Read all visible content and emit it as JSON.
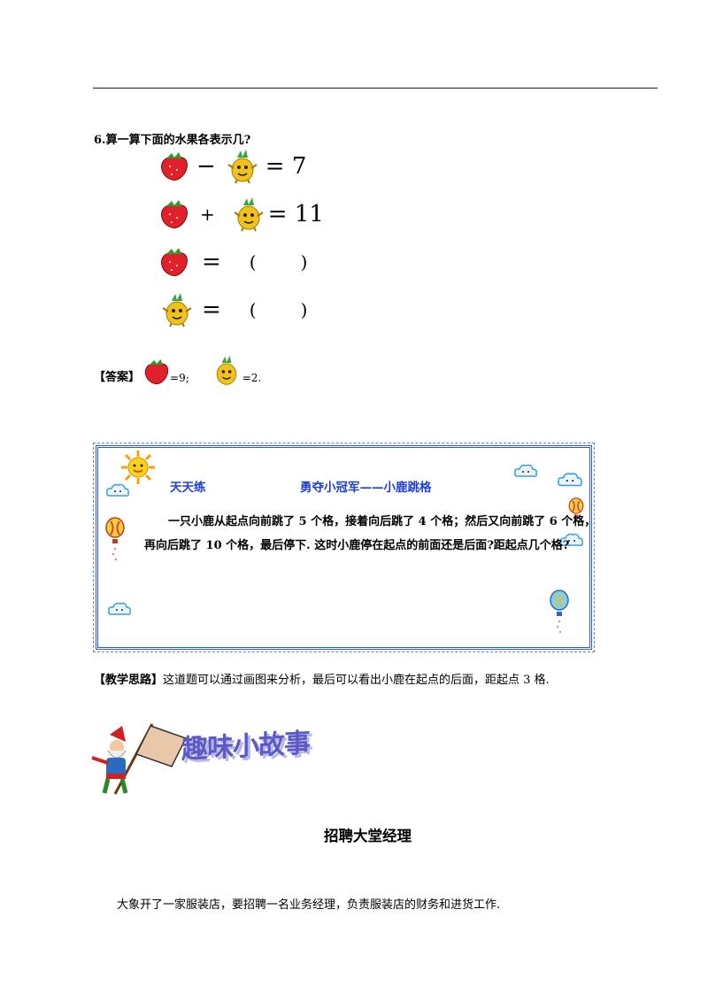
{
  "question": {
    "title": "6.算一算下面的水果各表示几?",
    "eq1": {
      "op": "−",
      "result": "= 7"
    },
    "eq2": {
      "op": "+",
      "result": "= 11"
    },
    "eq3": {
      "eq": "=",
      "open": "(",
      "close": ")"
    },
    "eq4": {
      "eq": "=",
      "open": "(",
      "close": ")"
    }
  },
  "answer": {
    "label": "【答案】",
    "strawberry_value": "=9;",
    "pineapple_value": "=2."
  },
  "practice_box": {
    "title": "天天练",
    "subtitle": "勇夺小冠军——小鹿跳格",
    "line1": "一只小鹿从起点向前跳了 5 个格，接着向后跳了 4 个格；然后又向前跳了 6 个格，",
    "line2": "再向后跳了 10 个格，最后停下. 这时小鹿停在起点的前面还是后面?距起点几个格?"
  },
  "teaching": {
    "label": "【教学思路】",
    "text": "这道题可以通过画图来分析，最后可以看出小鹿在起点的后面，距起点 3 格."
  },
  "story": {
    "banner": "趣味小故事",
    "title": "招聘大堂经理",
    "text": "大象开了一家服装店，要招聘一名业务经理，负责服装店的财务和进货工作."
  },
  "colors": {
    "box_border": "#2d5bd6",
    "box_title": "#1f3fd8",
    "strawberry": "#e0202a",
    "pineapple": "#f2c21a"
  }
}
